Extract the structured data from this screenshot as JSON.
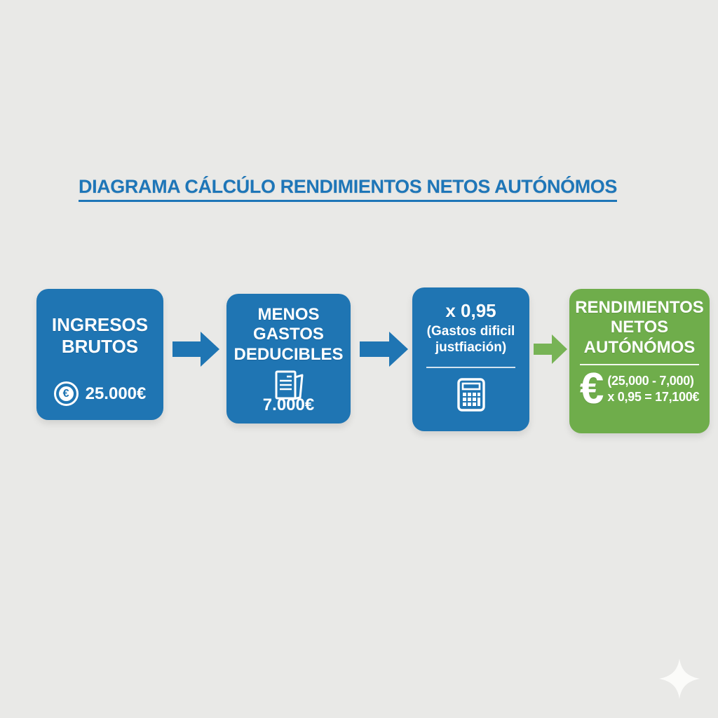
{
  "title": {
    "text": "DIAGRAMA CÁLCÚLO RENDIMIENTOS NETOS AUTÓNÓMOS",
    "color": "#1e76b8"
  },
  "colors": {
    "background": "#e9e9e7",
    "box_blue": "#1f75b3",
    "box_green": "#6fad4b",
    "arrow_blue": "#1f75b3",
    "arrow_green": "#77b355",
    "text": "#ffffff"
  },
  "steps": [
    {
      "name": "ingresos-brutos",
      "label": "INGRESOS BRUTOS",
      "value": "25.000€",
      "icon": "euro-coin-icon",
      "coin_glyph": "€"
    },
    {
      "name": "menos-gastos-deducibles",
      "label": "MENOS GASTOS DEDUCIBLES",
      "value": "7.000€",
      "icon": "invoice-document-icon"
    },
    {
      "name": "coeficiente-095",
      "label": "x 0,95",
      "sublabel": "(Gastos dificil justfiación)",
      "icon": "calculator-icon"
    },
    {
      "name": "rendimientos-netos-autonomos",
      "label": "RENDIMIENTOS NETOS AUTÓNÓMOS",
      "euro_glyph": "€",
      "formula_line1": "(25,000 - 7,000)",
      "formula_line2": "x 0,95 = 17,100€",
      "icon": "euro-symbol-icon"
    }
  ],
  "decor": {
    "sparkle": "sparkle-icon"
  }
}
